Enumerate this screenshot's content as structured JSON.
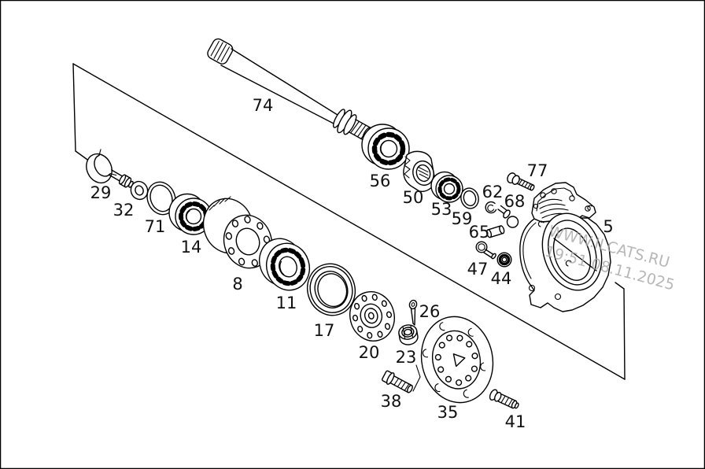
{
  "image": {
    "kind": "exploded-parts-diagram",
    "background": "#ffffff",
    "line_color": "#000000",
    "border_color": "#000000"
  },
  "watermark": {
    "line1": "WWW.ILCATS.RU",
    "line2": "19:51 08.11.2025",
    "color": "#a6a6a6"
  },
  "parts": [
    {
      "label": "74"
    },
    {
      "label": "29"
    },
    {
      "label": "32"
    },
    {
      "label": "71"
    },
    {
      "label": "14"
    },
    {
      "label": "8"
    },
    {
      "label": "11"
    },
    {
      "label": "17"
    },
    {
      "label": "20"
    },
    {
      "label": "23"
    },
    {
      "label": "26"
    },
    {
      "label": "38"
    },
    {
      "label": "35"
    },
    {
      "label": "41"
    },
    {
      "label": "56"
    },
    {
      "label": "50"
    },
    {
      "label": "53"
    },
    {
      "label": "59"
    },
    {
      "label": "62"
    },
    {
      "label": "68"
    },
    {
      "label": "65"
    },
    {
      "label": "47"
    },
    {
      "label": "44"
    },
    {
      "label": "77"
    },
    {
      "label": "5"
    }
  ]
}
